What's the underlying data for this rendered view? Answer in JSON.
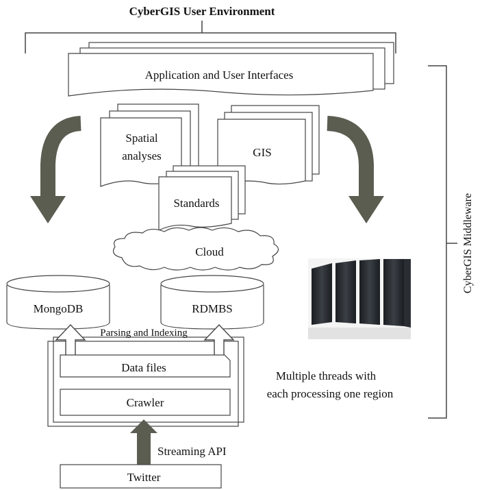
{
  "title": "CyberGIS User Environment",
  "middleware_label": "CyberGIS Middleware",
  "app_interfaces": "Application and User Interfaces",
  "spatial_line1": "Spatial",
  "spatial_line2": "analyses",
  "gis": "GIS",
  "standards": "Standards",
  "cloud": "Cloud",
  "mongodb": "MongoDB",
  "rdmbs": "RDMBS",
  "parsing": "Parsing and Indexing",
  "data_files": "Data files",
  "crawler": "Crawler",
  "threads_line1": "Multiple threads with",
  "threads_line2": "each processing one region",
  "streaming": "Streaming API",
  "twitter": "Twitter",
  "colors": {
    "arrow": "#5a5d50",
    "line": "#333333",
    "rack": "#2a2e33"
  }
}
